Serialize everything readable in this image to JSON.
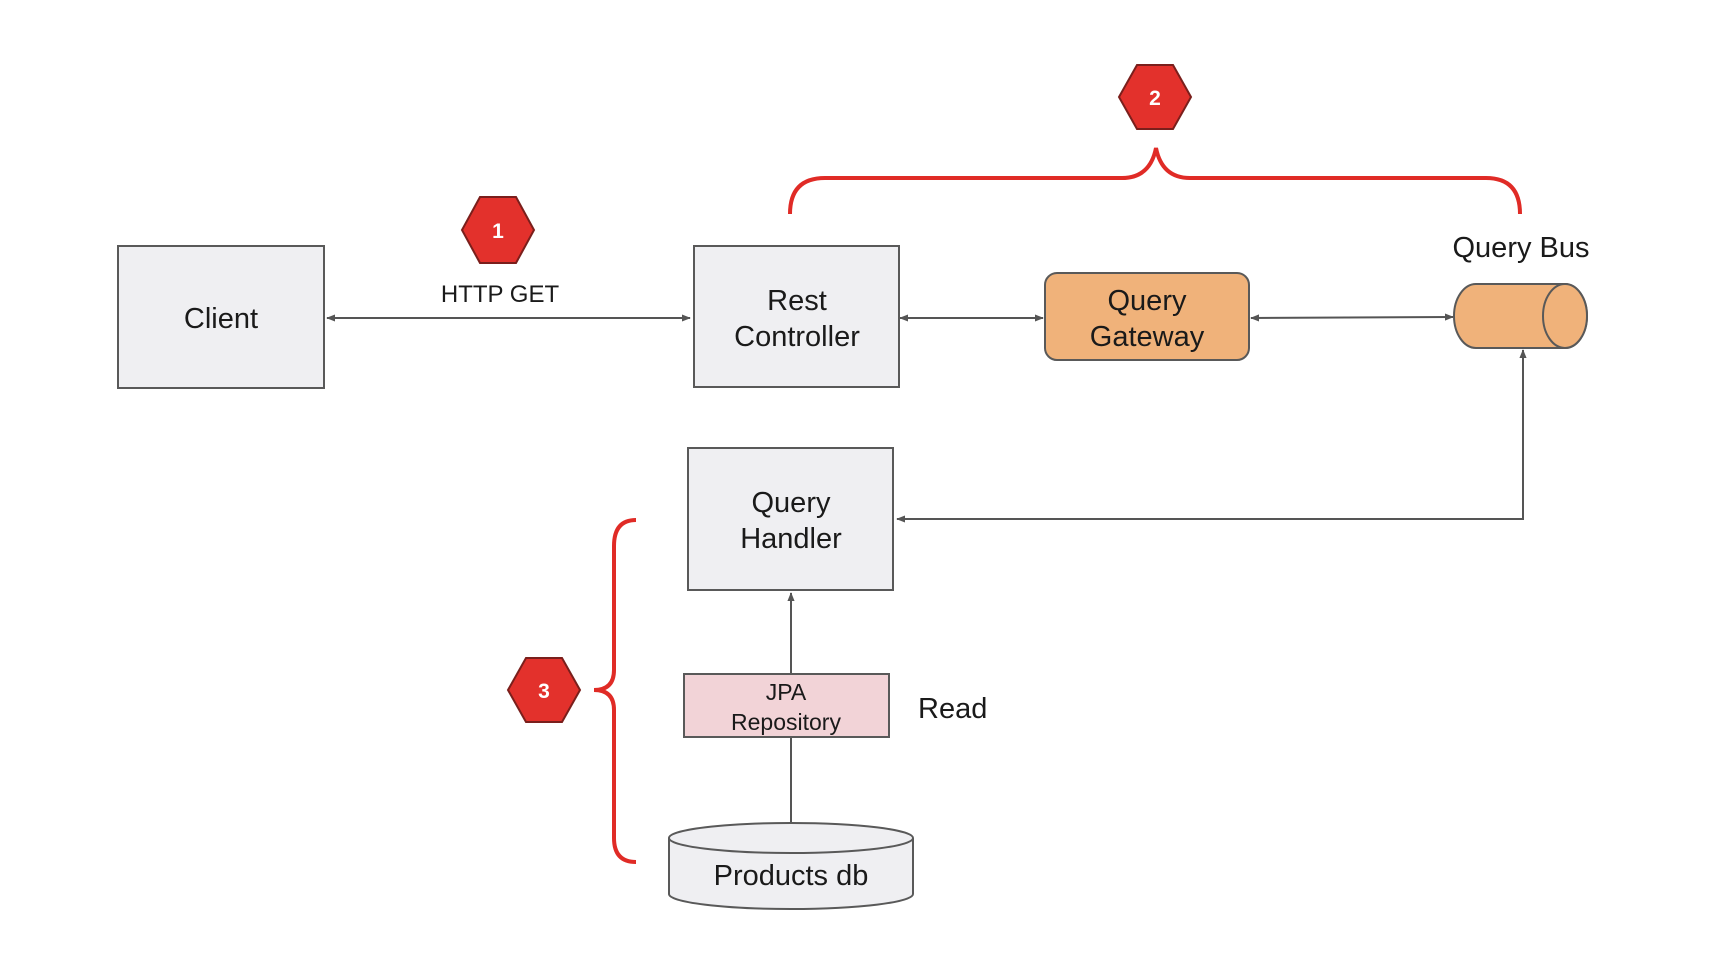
{
  "nodes": {
    "client": {
      "label": "Client"
    },
    "rest_controller": {
      "line1": "Rest",
      "line2": "Controller"
    },
    "query_gateway": {
      "line1": "Query",
      "line2": "Gateway"
    },
    "query_bus": {
      "label": "Query Bus"
    },
    "query_handler": {
      "line1": "Query",
      "line2": "Handler"
    },
    "jpa_repository": {
      "line1": "JPA",
      "line2": "Repository"
    },
    "products_db": {
      "label": "Products db"
    }
  },
  "labels": {
    "http_get": "HTTP GET",
    "read": "Read"
  },
  "badges": [
    {
      "number": "1"
    },
    {
      "number": "2"
    },
    {
      "number": "3"
    }
  ],
  "colors": {
    "box_fill": "#efeff2",
    "box_stroke": "#595959",
    "gateway_fill": "#f0b27a",
    "repository_fill": "#f2d3d7",
    "badge_fill": "#e3312c",
    "bracket": "#e02b26",
    "arrow": "#555555"
  }
}
